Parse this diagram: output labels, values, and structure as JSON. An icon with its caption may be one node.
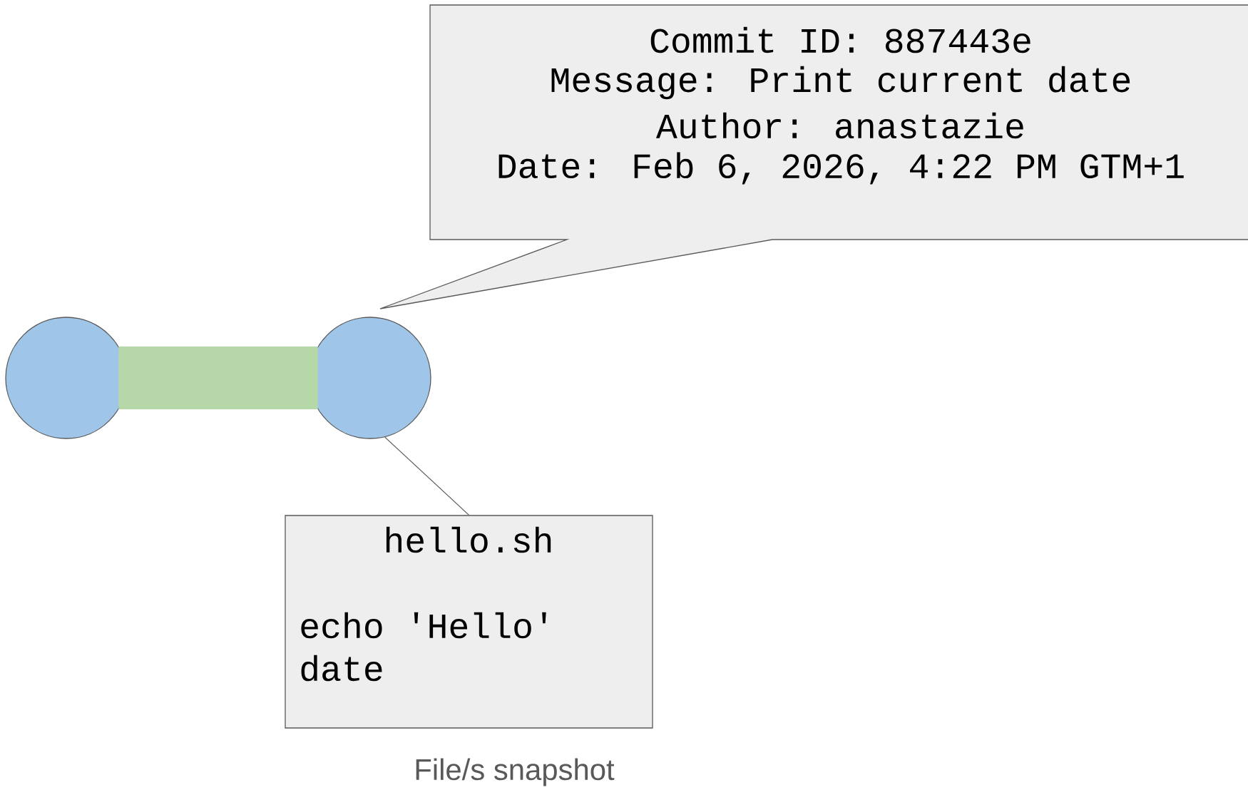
{
  "diagram": {
    "nodes": [
      {
        "text": [],
        "shape": "circle"
      },
      {
        "text": [],
        "shape": "circle"
      },
      {
        "text": [
          "Commit ID: 887443e",
          "Message: Print current date",
          "Author: anastazie",
          "Date: Feb 6, 2026, 4:22 PM GTM+1"
        ]
      },
      {
        "text": [
          "hello.sh",
          "echo 'Hello'",
          "date"
        ],
        "beside": [
          "File/s snapshot"
        ]
      }
    ],
    "edges": [
      {
        "from": 0,
        "to": 1,
        "arrow": "none",
        "style": "thick",
        "color": "#b6d7a8"
      },
      {
        "from": 1,
        "to": 3,
        "arrow": "none",
        "color": "#595959"
      }
    ]
  }
}
